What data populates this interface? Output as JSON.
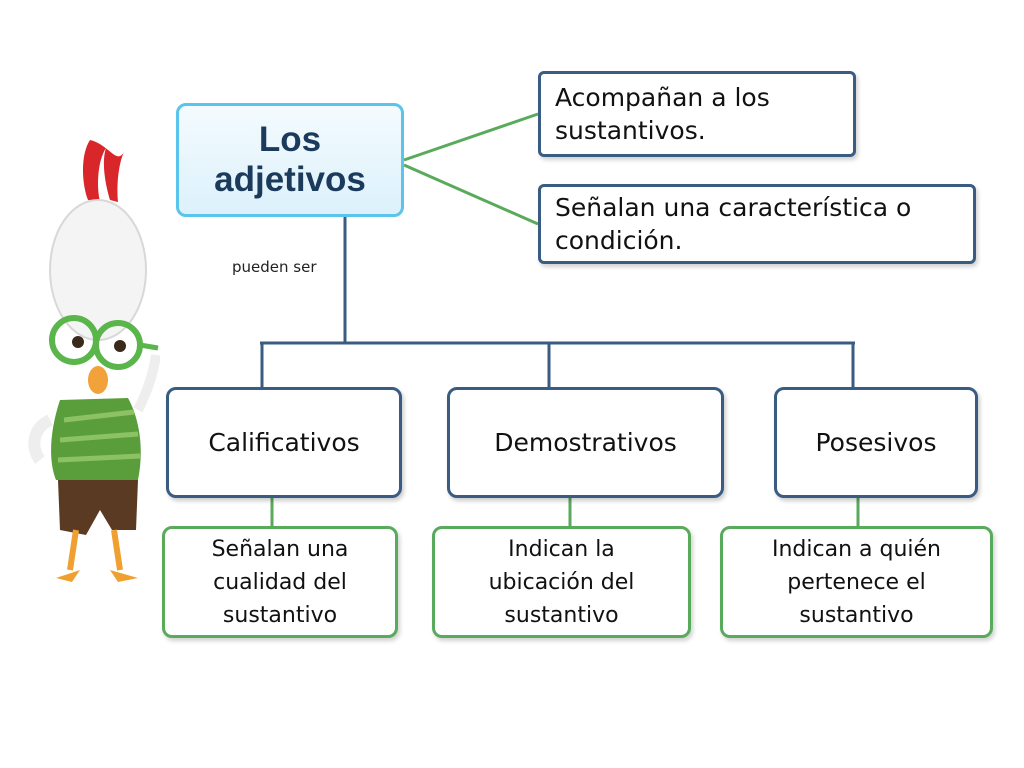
{
  "diagram": {
    "title": "Los\nadjetivos",
    "link_label": "pueden ser",
    "descriptions": [
      "Acompañan a los sustantivos.",
      "Señalan una característica o condición."
    ],
    "categories": [
      {
        "name": "Calificativos",
        "description": "Señalan una\ncualidad del\nsustantivo"
      },
      {
        "name": "Demostrativos",
        "description": "Indican la\nubicación del\nsustantivo"
      },
      {
        "name": "Posesivos",
        "description": "Indican a quién\npertenece el\nsustantivo"
      }
    ]
  },
  "colors": {
    "main_border": "#5bc4ec",
    "box_border": "#3a5c82",
    "sub_border": "#5aaa5c",
    "connector_green": "#5aaa5c",
    "connector_blue": "#3a5c82"
  },
  "mascot": {
    "icon": "cartoon-chicken-icon"
  }
}
